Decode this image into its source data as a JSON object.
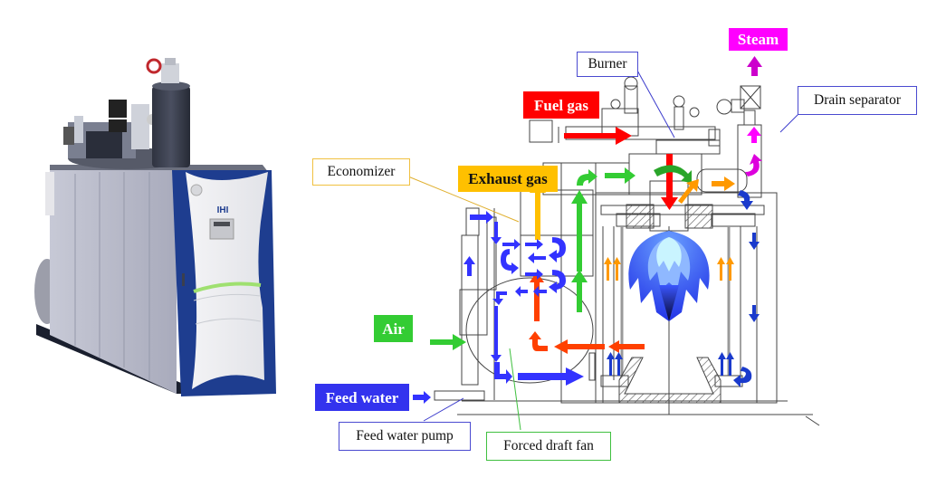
{
  "photo": {
    "brand_logo": "IHI",
    "description": "Packaged gas-fired once-through steam boiler unit"
  },
  "flow_labels": {
    "steam": "Steam",
    "fuel_gas": "Fuel gas",
    "exhaust_gas": "Exhaust gas",
    "air": "Air",
    "feed_water": "Feed water"
  },
  "callouts": {
    "burner": "Burner",
    "drain_separator": "Drain separator",
    "economizer": "Economizer",
    "feed_water_pump": "Feed water pump",
    "forced_draft_fan": "Forced draft fan"
  },
  "colors": {
    "steam": "#ff00ff",
    "fuel_gas": "#ff0000",
    "combustion_gas": "#ff4000",
    "exhaust_gas": "#ffc000",
    "air": "#33cc33",
    "water": "#3333ff",
    "hot_gas": "#ff9900",
    "callout_blue": "#4a4ad0",
    "callout_yellow": "#f0c040",
    "callout_green": "#40c040"
  }
}
